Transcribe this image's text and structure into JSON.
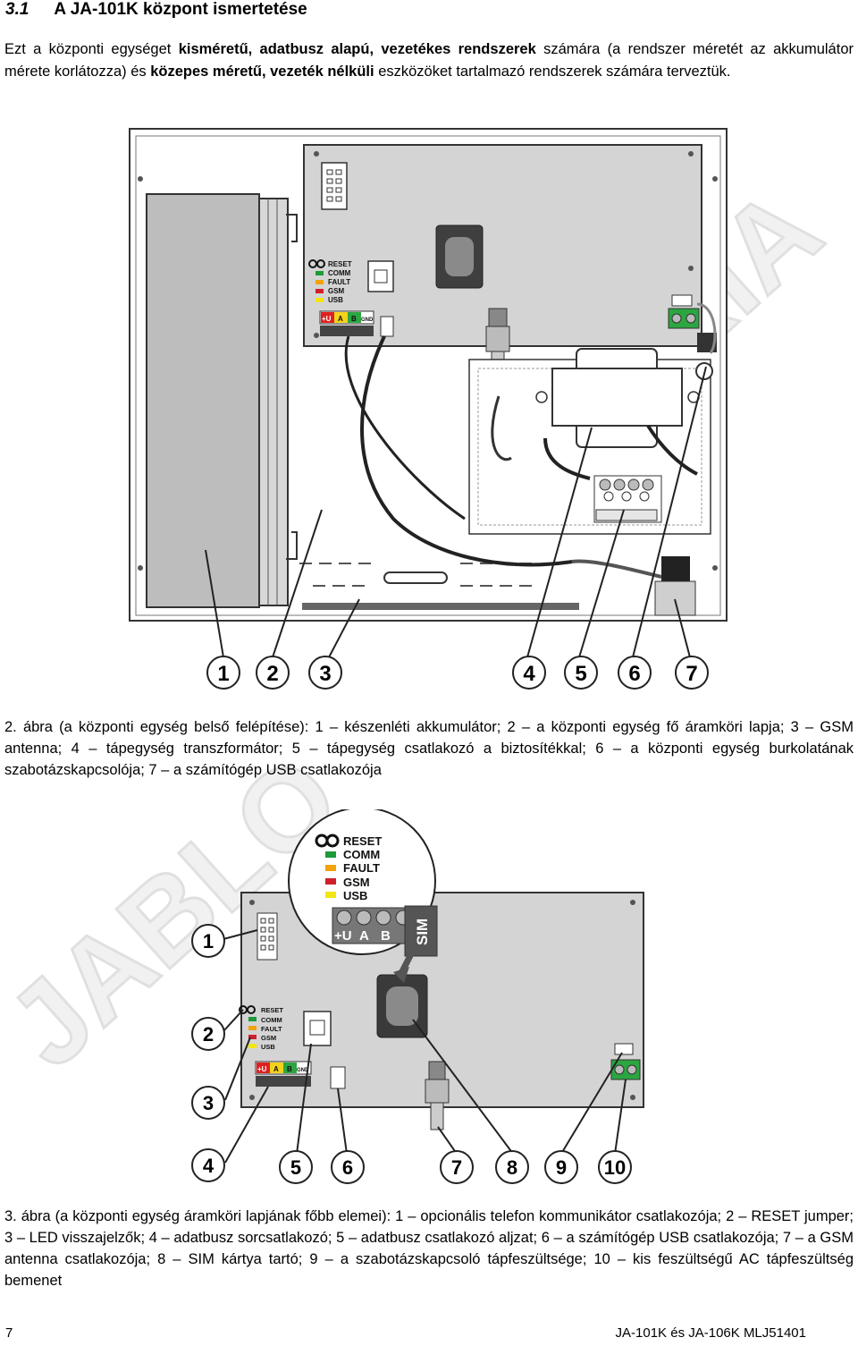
{
  "section": {
    "number": "3.1",
    "title": "A JA-101K központ ismertetése"
  },
  "intro": {
    "t1": "Ezt a központi egységet ",
    "b1": "kisméretű, adatbusz alapú, vezetékes rendszerek",
    "t2": " számára (a rendszer méretét az akkumulátor mérete korlátozza) és ",
    "b2": "közepes méretű, vezeték nélküli",
    "t3": " eszközöket tartalmazó rendszerek számára terveztük."
  },
  "figure2": {
    "callouts": [
      "1",
      "2",
      "3",
      "4",
      "5",
      "6",
      "7"
    ],
    "board_leds": [
      "RESET",
      "COMM",
      "FAULT",
      "GSM",
      "USB"
    ],
    "terminals": [
      "+U",
      "A",
      "B",
      "GND"
    ],
    "caption": "2. ábra (a központi egység belső felépítése): 1 – készenléti akkumulátor; 2 – a központi egység fő áramköri lapja; 3 – GSM antenna; 4 – tápegység transzformátor; 5 – tápegység csatlakozó a biztosítékkal; 6 – a központi egység burkolatának szabotázskapcsolója; 7 – a számítógép USB csatlakozója"
  },
  "figure3": {
    "callouts": [
      "1",
      "2",
      "3",
      "4",
      "5",
      "6",
      "7",
      "8",
      "9",
      "10"
    ],
    "zoom_leds": [
      "RESET",
      "COMM",
      "FAULT",
      "GSM",
      "USB"
    ],
    "zoom_terminals": [
      "+U",
      "A",
      "B"
    ],
    "sim_label": "SIM",
    "board_leds": [
      "RESET",
      "COMM",
      "FAULT",
      "GSM",
      "USB"
    ],
    "terminals": [
      "+U",
      "A",
      "B",
      "GND"
    ],
    "caption": "3. ábra (a központi egység áramköri lapjának főbb elemei): 1 – opcionális telefon kommunikátor csatlakozója; 2 – RESET jumper; 3 – LED visszajelzők; 4 – adatbusz sorcsatlakozó; 5 – adatbusz csatlakozó aljzat; 6 – a számítógép USB csatlakozója; 7 – a GSM antenna csatlakozója; 8 – SIM kártya tartó; 9 – a szabotázskapcsoló tápfeszültsége; 10 – kis feszültségű AC tápfeszültség bemenet"
  },
  "watermark": "JABLOTRON ALARMS · TRIA",
  "footer": {
    "page": "7",
    "doc": "JA-101K és JA-106K MLJ51401"
  },
  "colors": {
    "led_green": "#1f9a3a",
    "led_orange": "#f2a20c",
    "led_red": "#d0202a",
    "led_yellow": "#f3e60f",
    "terminal_red": "#e02020",
    "terminal_yellow": "#f3d21c",
    "terminal_green": "#2ca641",
    "board_gray": "#d4d4d4"
  }
}
